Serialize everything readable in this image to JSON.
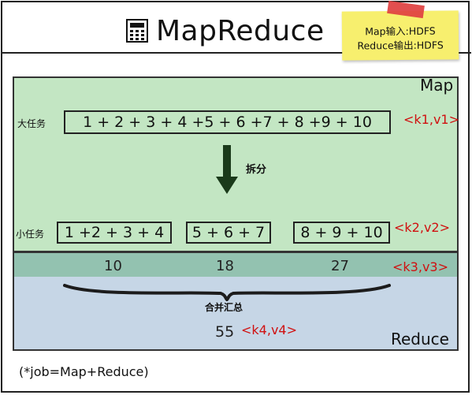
{
  "title": "MapReduce",
  "note": {
    "line1": "Map输入:HDFS",
    "line2": "Reduce输出:HDFS"
  },
  "map_label": "Map",
  "reduce_label": "Reduce",
  "big_task": {
    "label": "大任务",
    "expr": "1 + 2 + 3 + 4 +5 + 6 +7 + 8 +9 + 10",
    "kv": "<k1,v1>"
  },
  "split_label": "拆分",
  "small_tasks": {
    "label": "小任务",
    "exprs": [
      "1 +2 + 3 + 4",
      "5 + 6 + 7",
      "8 + 9 + 10"
    ],
    "kv": "<k2,v2>"
  },
  "partials": {
    "values": [
      "10",
      "18",
      "27"
    ],
    "kv": "<k3,v3>"
  },
  "merge_label": "合并汇总",
  "result": {
    "value": "55",
    "kv": "<k4,v4>"
  },
  "footnote": "(*job=Map+Reduce)",
  "colors": {
    "map_bg": "#c3e6c3",
    "mid_band": "#93c2b0",
    "reduce_bg": "#c6d6e6",
    "kv_text": "#d01010",
    "sticky_note": "#f7ef6e",
    "tape": "#e04040",
    "arrow": "#1a3a1a"
  },
  "icons": {
    "title_icon": "calculator-icon",
    "split_arrow": "arrow-down-icon",
    "merge_brace": "curly-brace-icon"
  }
}
